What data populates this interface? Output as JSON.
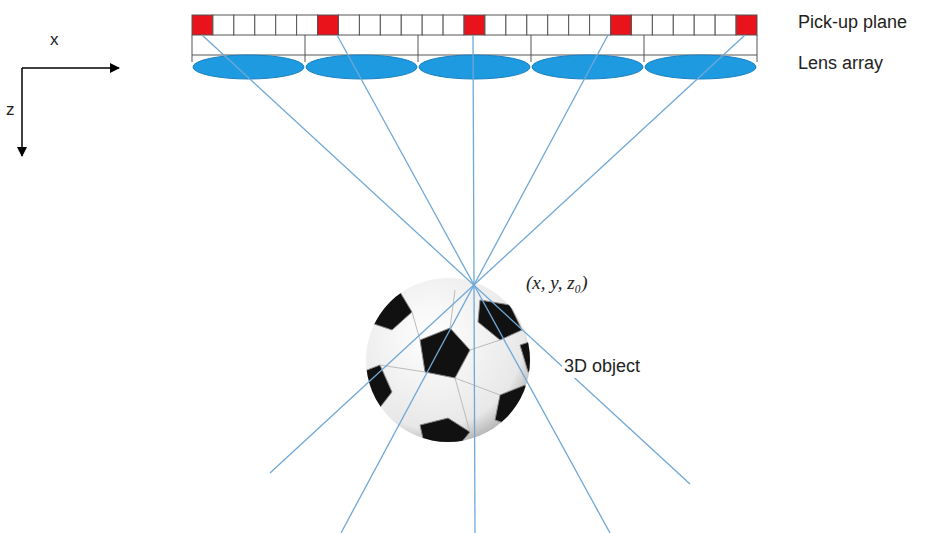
{
  "diagram": {
    "labels": [
      "x",
      "z",
      "Pick-up plane",
      "Lens array",
      "(x, y, z₀)",
      "3D object"
    ]
  }
}
